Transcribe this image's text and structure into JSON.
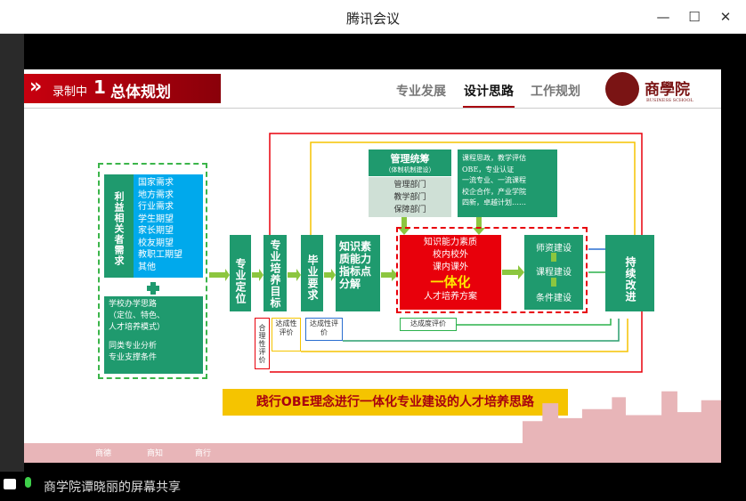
{
  "window": {
    "title": "腾讯会议",
    "minimize": "—",
    "maximize": "☐",
    "close": "✕"
  },
  "header": {
    "banner": "录制中",
    "section_num": "1",
    "section_title": "总体规划",
    "tabs": [
      {
        "label": "专业发展",
        "active": false
      },
      {
        "label": "设计思路",
        "active": true
      },
      {
        "label": "工作规划",
        "active": false
      }
    ],
    "logo_cn": "商學院",
    "logo_en": "BUSINESS SCHOOL"
  },
  "diagram": {
    "stakeholder_label": "利益相关者需求",
    "needs": [
      "国家需求",
      "地方需求",
      "行业需求",
      "学生期望",
      "家长期望",
      "校友期望",
      "教职工期望",
      "其他"
    ],
    "school_thinking": [
      "学校办学思路",
      "（定位、特色、",
      "人才培养模式）"
    ],
    "peer": [
      "同类专业分析",
      "专业支撑条件"
    ],
    "steps": [
      "专业定位",
      "专业培养目标",
      "毕业要求"
    ],
    "knowledge": "知识素质能力指标点分解",
    "mgmt_title": "管理统筹",
    "mgmt_sub": "（体制机制建设）",
    "depts": [
      "管理部门",
      "教学部门",
      "保障部门"
    ],
    "initiatives": [
      "课程思政，教学评估",
      "OBE，专业认证",
      "一流专业、一流课程",
      "校企合作，产业学院",
      "四新，卓越计划……"
    ],
    "core": [
      "知识能力素质",
      "校内校外",
      "课内课外"
    ],
    "core_big": "一体化",
    "core_sub": "人才培养方案",
    "build": [
      "师资建设",
      "课程建设",
      "条件建设"
    ],
    "improve": "持续改进",
    "eval_reason": "合理性评价",
    "eval_achieve1": "达成性评价",
    "eval_achieve2": "达成性评价",
    "eval_degree": "达成度评价",
    "caption": "践行OBE理念进行一体化专业建设的人才培养思路"
  },
  "footer_strip": [
    "商德",
    "商知",
    "商行"
  ],
  "status": {
    "share_text": "商学院谭晓丽的屏幕共享"
  },
  "colors": {
    "green": "#1f9a6e",
    "blue": "#00a9ec",
    "red": "#e8000b",
    "yellow": "#f5c400",
    "banner": "#a8000f"
  }
}
